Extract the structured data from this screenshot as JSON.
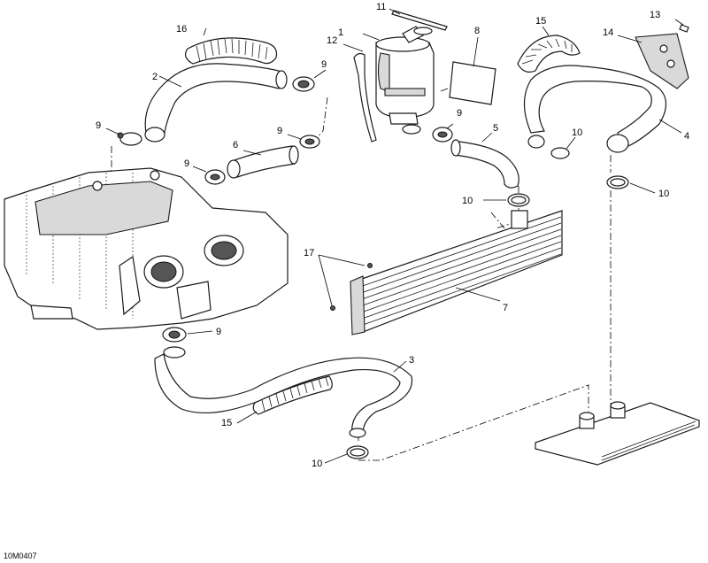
{
  "figure_id": "10M0407",
  "callouts": {
    "c1": "1",
    "c2": "2",
    "c3": "3",
    "c4": "4",
    "c5": "5",
    "c6": "6",
    "c7": "7",
    "c8": "8",
    "c9a": "9",
    "c9b": "9",
    "c9c": "9",
    "c9d": "9",
    "c9e": "9",
    "c9f": "9",
    "c10a": "10",
    "c10b": "10",
    "c10c": "10",
    "c10d": "10",
    "c11": "11",
    "c12": "12",
    "c13": "13",
    "c14": "14",
    "c15a": "15",
    "c15b": "15",
    "c16": "16",
    "c17": "17"
  },
  "colors": {
    "line": "#1a1a1a",
    "fill": "#ffffff",
    "shade": "#d9d9d9"
  }
}
